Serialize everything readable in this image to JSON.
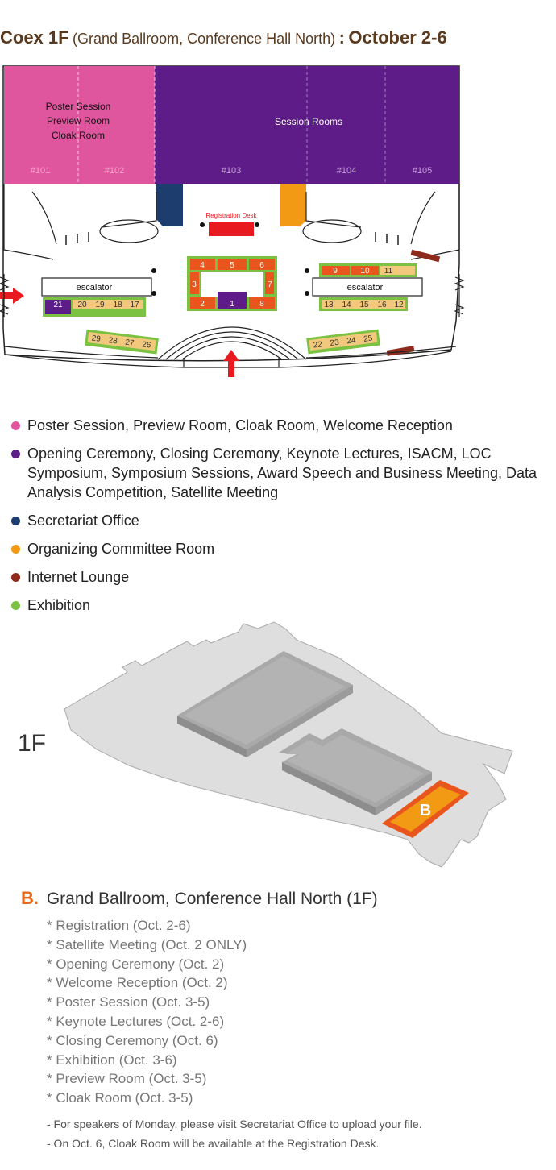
{
  "header": {
    "venue": "Coex 1F",
    "halls": "(Grand Ballroom, Conference Hall North)",
    "separator": ":",
    "dates": "October 2-6"
  },
  "floorplan": {
    "rooms": {
      "poster_label": [
        "Poster Session",
        "Preview Room",
        "Cloak Room"
      ],
      "session_label": "Session Rooms",
      "room_numbers": [
        "#101",
        "#102",
        "#103",
        "#104",
        "#105"
      ]
    },
    "registration_desk": "Registration Desk",
    "escalator_label": "escalator",
    "booths": {
      "center_top": [
        "4",
        "5",
        "6"
      ],
      "center_left": "3",
      "center_right": "7",
      "center_bottom": [
        "2",
        "1",
        "8"
      ],
      "right_top": [
        "9",
        "10",
        "11"
      ],
      "right_bottom": [
        "13",
        "14",
        "15",
        "16",
        "12"
      ],
      "left_bottom": [
        "21",
        "20",
        "19",
        "18",
        "17"
      ],
      "lower_left": [
        "29",
        "28",
        "27",
        "26"
      ],
      "lower_right": [
        "22",
        "23",
        "24",
        "25"
      ]
    },
    "colors": {
      "pink": "#e0569e",
      "purple": "#5d1c87",
      "navy": "#1d3d6e",
      "orange": "#f39a14",
      "brown": "#8e2a1c",
      "green": "#7cc242",
      "booth_orange": "#e8561d",
      "booth_tan": "#f2c97c",
      "red": "#e8191f"
    }
  },
  "legend": [
    {
      "color": "#e0569e",
      "text": "Poster Session, Preview Room, Cloak Room, Welcome Reception"
    },
    {
      "color": "#5d1c87",
      "text": "Opening Ceremony, Closing Ceremony, Keynote Lectures, ISACM, LOC Symposium, Symposium Sessions, Award Speech and Business Meeting, Data Analysis Competition, Satellite Meeting"
    },
    {
      "color": "#1d3d6e",
      "text": "Secretariat Office"
    },
    {
      "color": "#f39a14",
      "text": "Organizing Committee Room"
    },
    {
      "color": "#8e2a1c",
      "text": "Internet Lounge"
    },
    {
      "color": "#7cc242",
      "text": "Exhibition"
    }
  ],
  "map3d": {
    "floor_label": "1F",
    "marker": "B"
  },
  "section": {
    "letter": "B.",
    "title": "Grand Ballroom, Conference Hall North (1F)",
    "schedule": [
      "* Registration (Oct. 2-6)",
      "* Satellite Meeting (Oct. 2 ONLY)",
      "* Opening Ceremony (Oct. 2)",
      "* Welcome Reception (Oct. 2)",
      "* Poster Session (Oct. 3-5)",
      "* Keynote Lectures (Oct. 2-6)",
      "* Closing Ceremony (Oct. 6)",
      "* Exhibition (Oct. 3-6)",
      "* Preview Room (Oct. 3-5)",
      "* Cloak Room (Oct. 3-5)"
    ],
    "notes": [
      "- For speakers of Monday, please visit Secretariat Office to upload your file.",
      "- On Oct. 6, Cloak Room will be available at the Registration Desk."
    ]
  }
}
